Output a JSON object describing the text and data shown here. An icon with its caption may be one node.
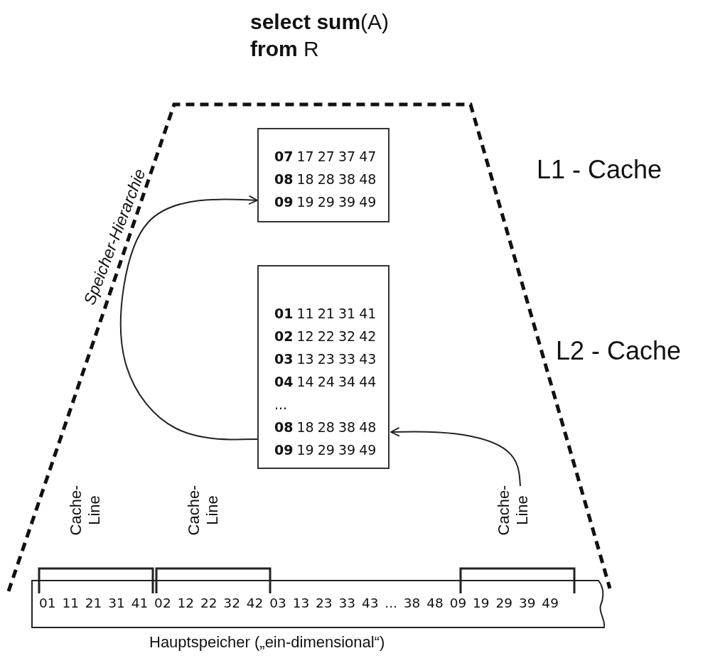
{
  "diagram": {
    "title": "**select sum**(A) **from** R",
    "nodes": [
      {
        "text": [
          "**07** 17 27 37 47",
          "**08** 18 28 38 48",
          "**09** 19 29 39 49"
        ]
      },
      {
        "text": [
          "**01** 11 21 31 41",
          "**02** 12 22 32 42",
          "**03** 13 23 33 43",
          "**04** 14 24 34 44",
          "...",
          "**08** 18 28 38 48",
          "**09** 19 29 39 49"
        ]
      },
      {
        "text": [
          "01 11 21 31 41 02 12 22 32 42 03 13 23 33 43 ... 38 48 09 19 29 39 49"
        ],
        "beside": [
          "Hauptspeicher („ein-dimensional“)"
        ]
      },
      {
        "text": [
          "Cache- Line"
        ]
      }
    ],
    "edges": [
      {
        "from": 3,
        "to": 1,
        "arrow": "to"
      },
      {
        "from": 1,
        "to": 0,
        "arrow": "to"
      }
    ],
    "labels": [
      "Speicher-Hierarchie",
      "L1 - Cache",
      "L2 - Cache",
      "Cache- Line",
      "Cache- Line"
    ]
  }
}
